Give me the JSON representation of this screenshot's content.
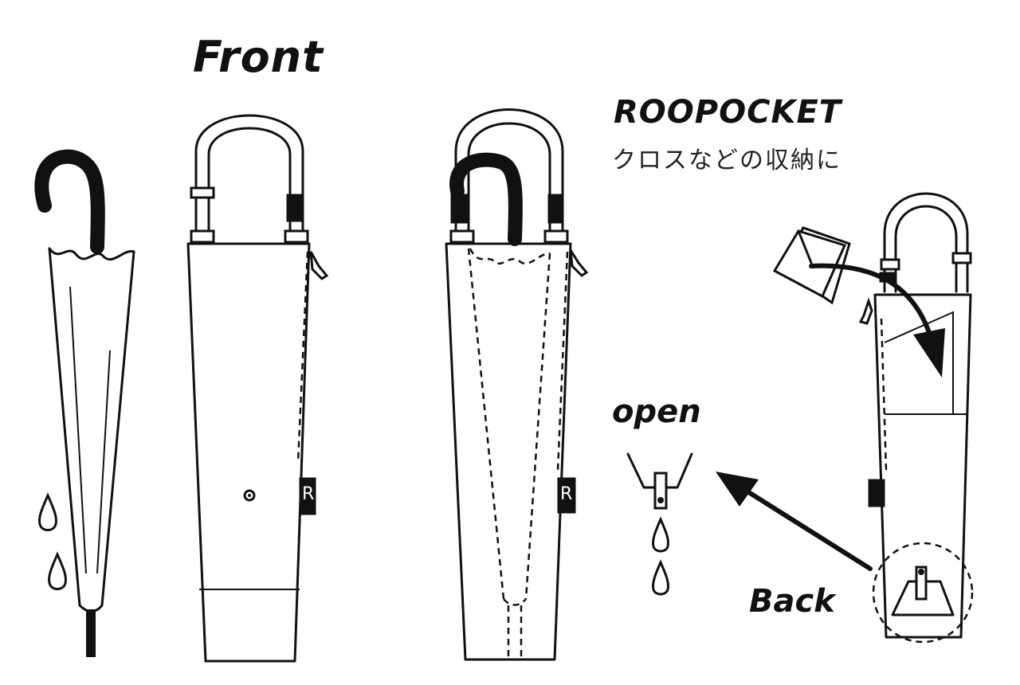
{
  "labels": {
    "front": "Front",
    "brand": "ROOPOCKET",
    "subtitle": "クロスなどの収納に",
    "open": "open",
    "back": "Back"
  },
  "tag_letter": "R",
  "icons": [
    "umbrella-icon",
    "bag-front-icon",
    "bag-with-umbrella-icon",
    "cloth-icon",
    "drop-icon",
    "arrow-icon"
  ],
  "colors": {
    "ink": "#111111",
    "background": "#ffffff"
  }
}
